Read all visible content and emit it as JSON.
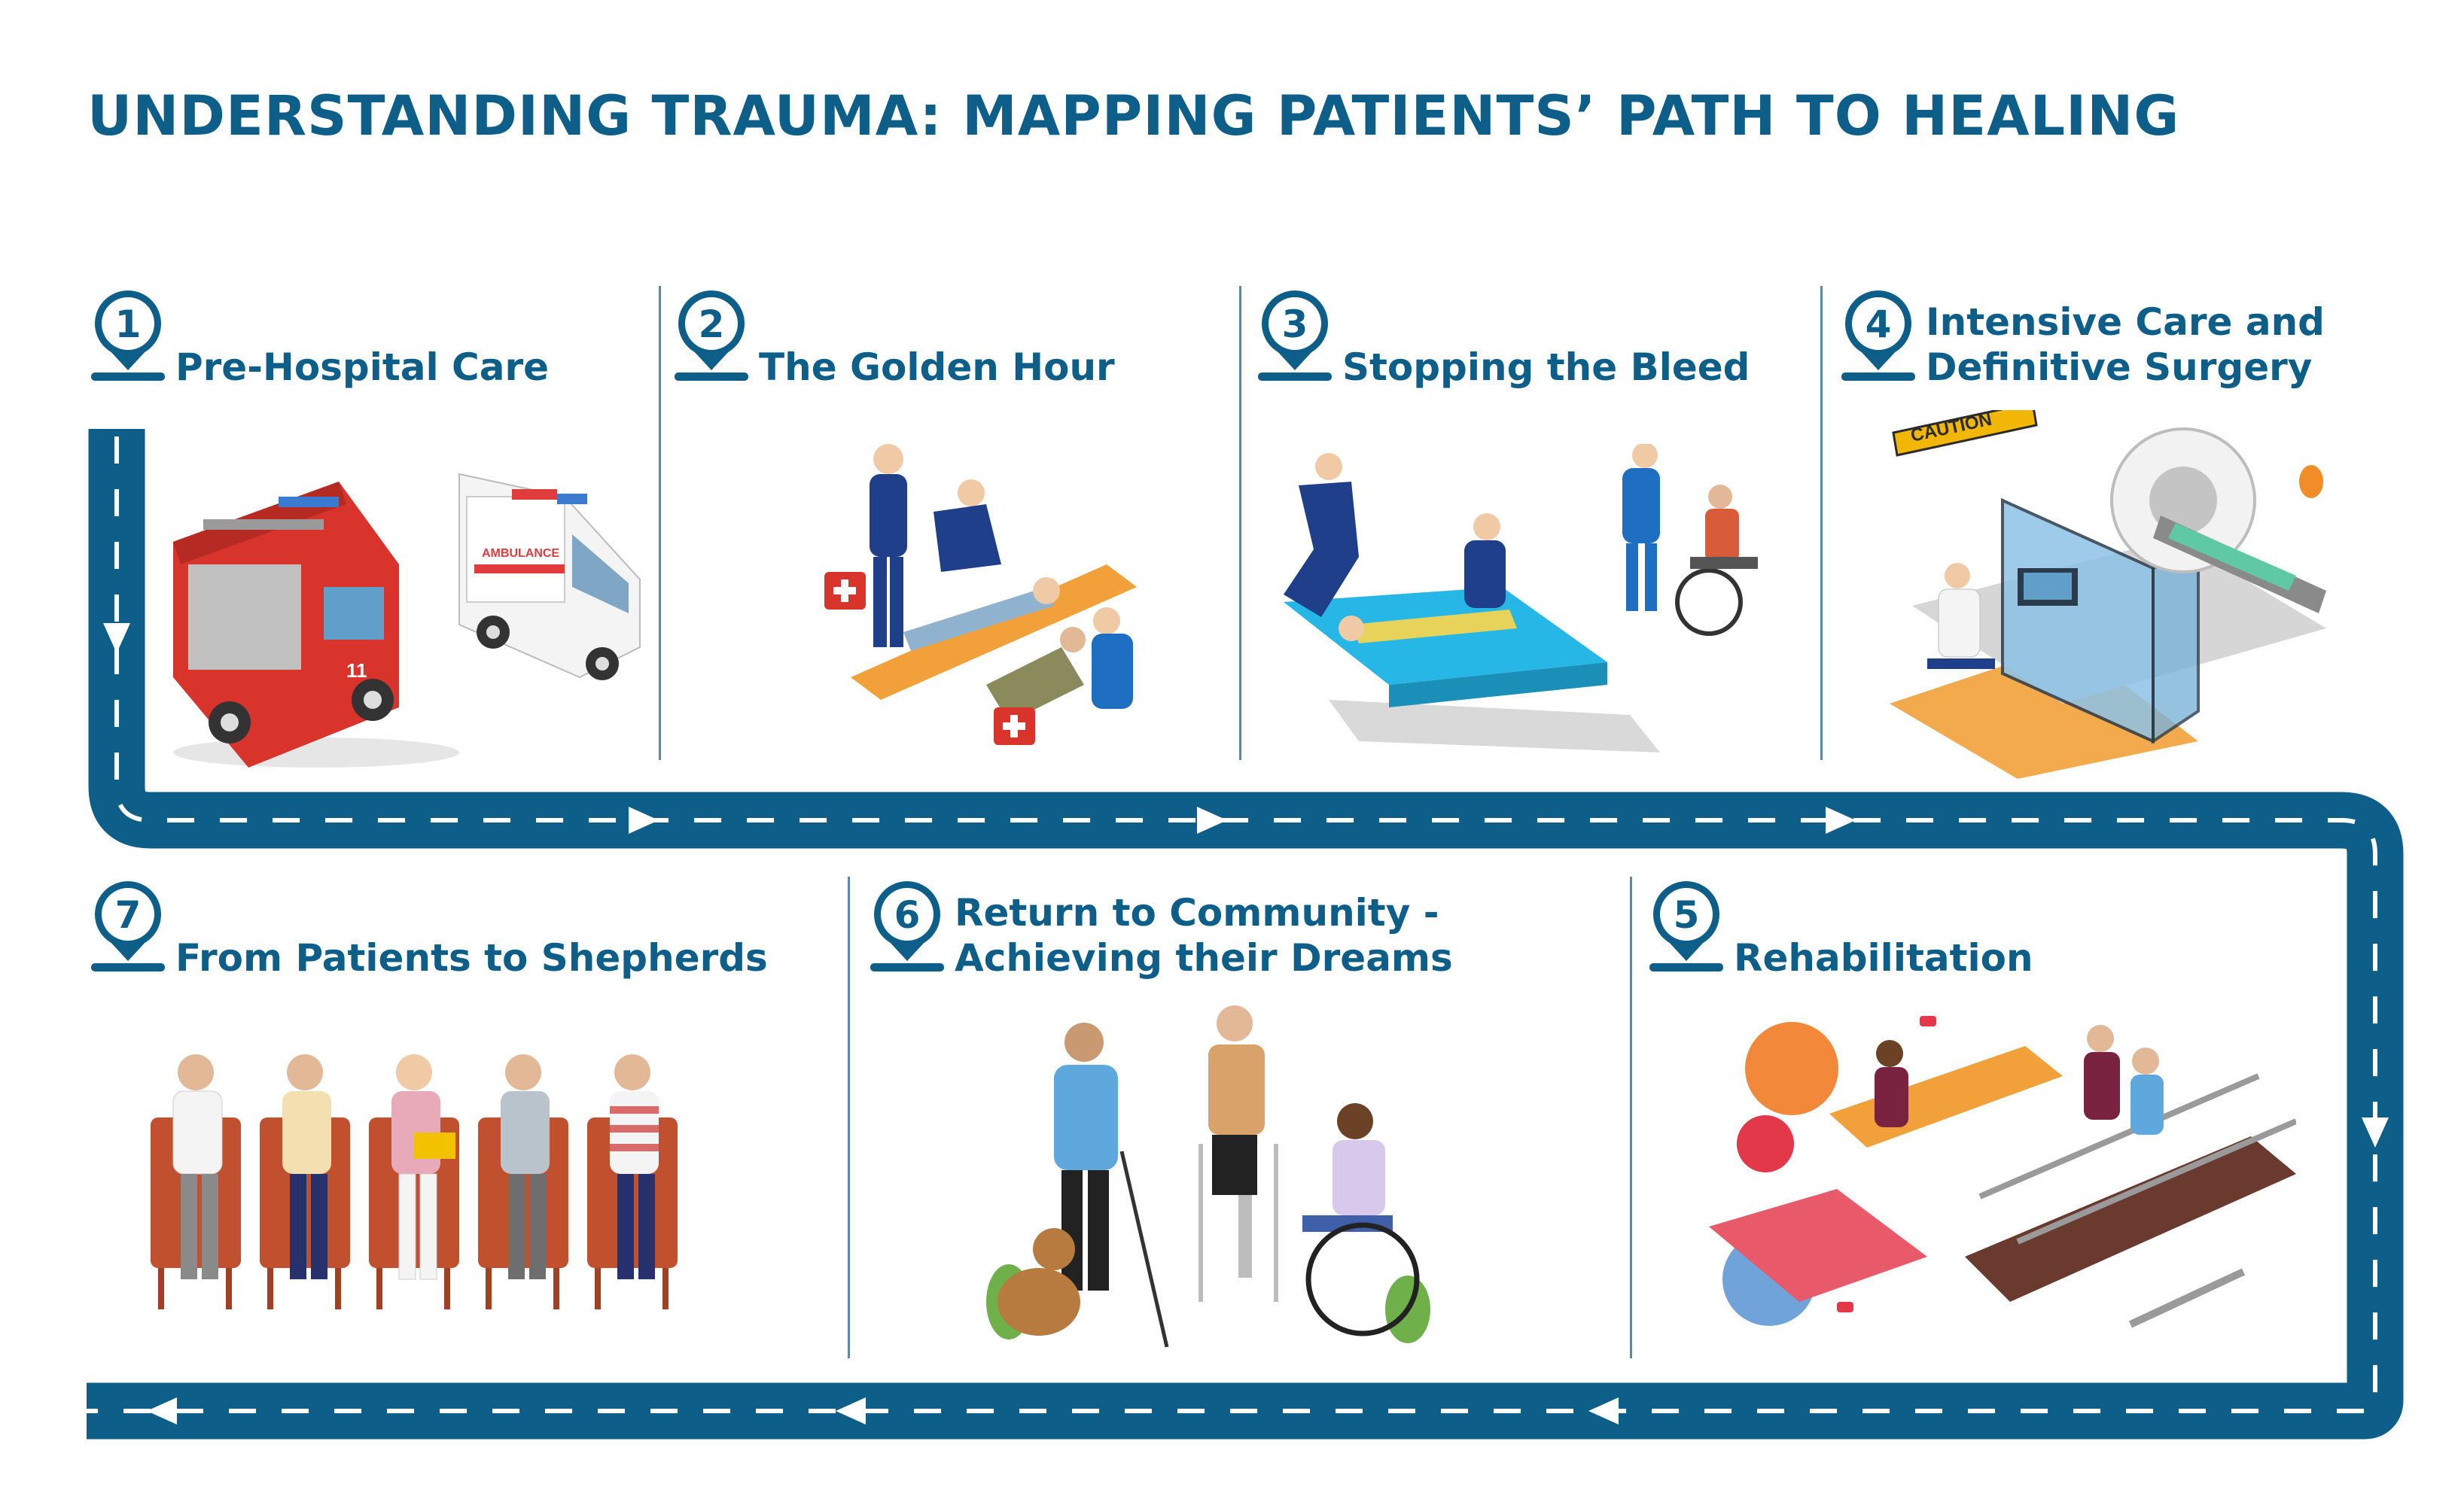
{
  "title": "UNDERSTANDING TRAUMA: MAPPING PATIENTS’ PATH TO HEALING",
  "colors": {
    "primary": "#0e5e8a",
    "road": "#0e5e8a",
    "divider": "#5d87a8"
  },
  "stages": [
    {
      "num": "1",
      "label": "Pre-Hospital Care",
      "illustration": "fire-truck-and-ambulance"
    },
    {
      "num": "2",
      "label": "The Golden Hour",
      "illustration": "paramedics-treating-patients"
    },
    {
      "num": "3",
      "label": "Stopping the Bleed",
      "illustration": "nurses-with-gurney-and-wheelchair"
    },
    {
      "num": "4",
      "label": "Intensive Care and Definitive Surgery",
      "illustration": "mri-scanner-room"
    },
    {
      "num": "5",
      "label": "Rehabilitation",
      "illustration": "physical-therapy-gym"
    },
    {
      "num": "6",
      "label": "Return to Community - Achieving their Dreams",
      "illustration": "people-with-disabilities"
    },
    {
      "num": "7",
      "label": "From Patients to Shepherds",
      "illustration": "support-group-circle"
    }
  ],
  "illustration_text": {
    "ambulance": "AMBULANCE",
    "truck_number": "11",
    "caution": "CAUTION"
  }
}
